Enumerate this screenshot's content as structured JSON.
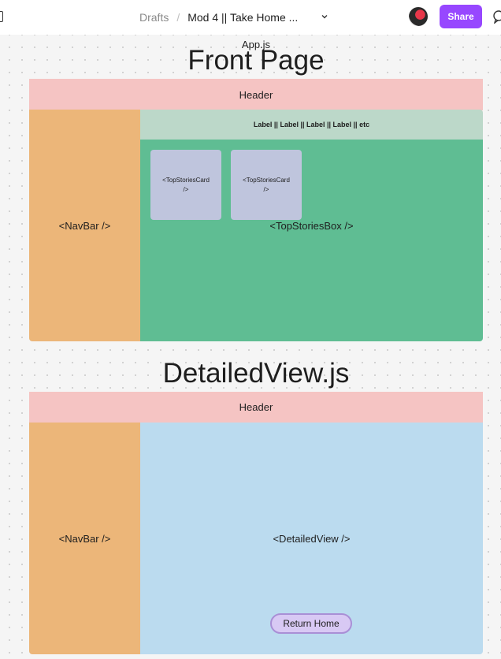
{
  "toolbar": {
    "breadcrumb_root": "Drafts",
    "separator": "/",
    "file_title": "Mod 4 || Take Home ...",
    "share_label": "Share",
    "accent_color": "#9747ff"
  },
  "canvas": {
    "app_label": "App.js",
    "front_page": {
      "title": "Front Page",
      "header": "Header",
      "navbar": "<NavBar />",
      "labels_bar": "Label || Label || Label || Label || etc",
      "top_stories_box": "<TopStoriesBox />",
      "cards": [
        {
          "line1": "<TopStoriesCard",
          "line2": "/>"
        },
        {
          "line1": "<TopStoriesCard",
          "line2": "/>"
        }
      ]
    },
    "detailed_page": {
      "title": "DetailedView.js",
      "header": "Header",
      "navbar": "<NavBar />",
      "detailed_view": "<DetailedView />",
      "return_button": "Return Home"
    }
  }
}
